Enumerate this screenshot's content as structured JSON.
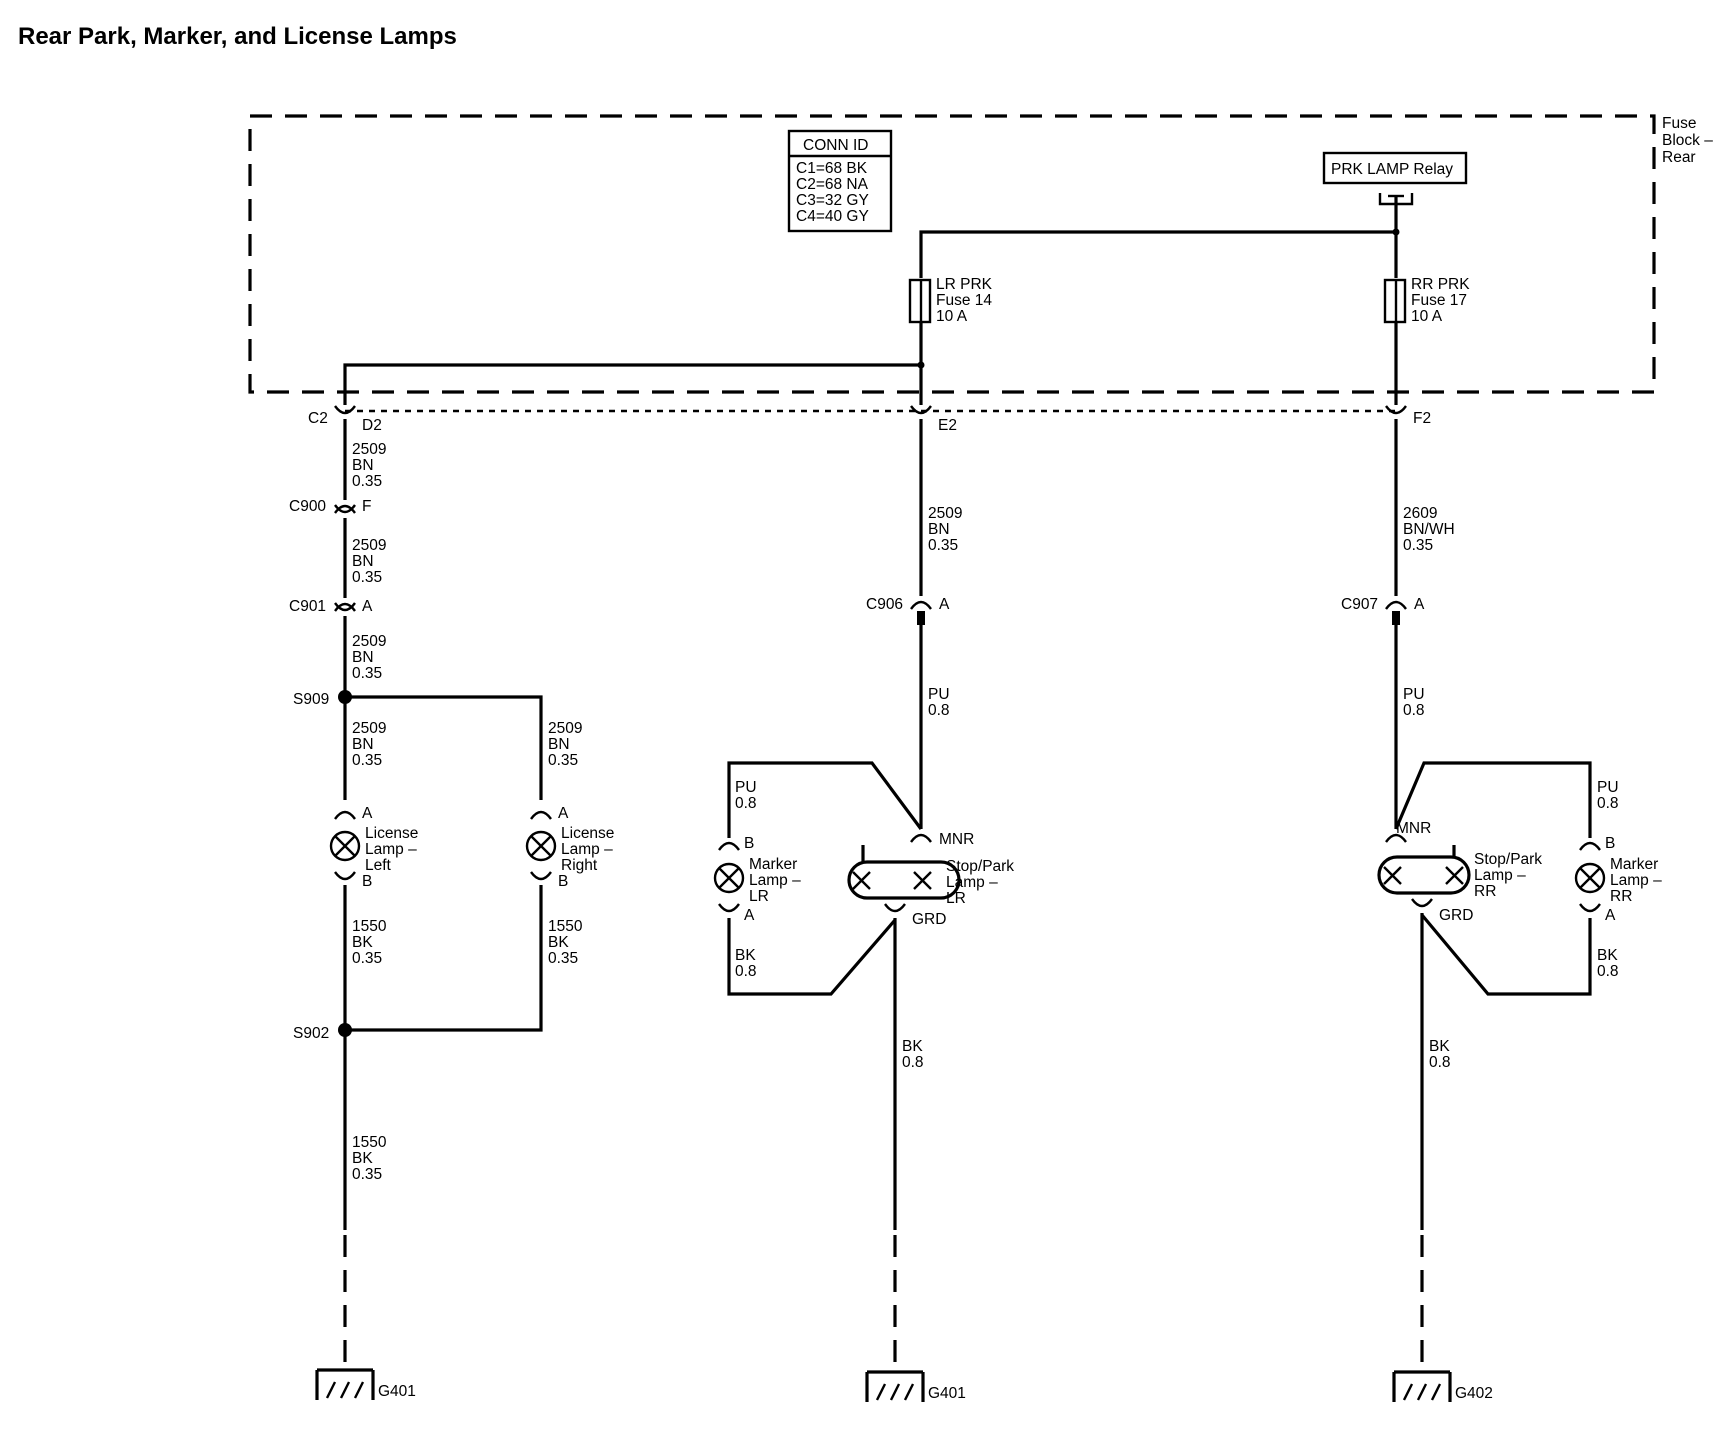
{
  "title": "Rear Park, Marker, and License Lamps",
  "fuse_block": {
    "l1": "Fuse",
    "l2": "Block –",
    "l3": "Rear"
  },
  "conn_id": {
    "header": "CONN ID",
    "rows": [
      "C1=68 BK",
      "C2=68 NA",
      "C3=32 GY",
      "C4=40 GY"
    ]
  },
  "relay": {
    "label": "PRK LAMP Relay"
  },
  "fuses": [
    {
      "l1": "LR PRK",
      "l2": "Fuse 14",
      "l3": "10 A"
    },
    {
      "l1": "RR PRK",
      "l2": "Fuse 17",
      "l3": "10 A"
    }
  ],
  "connectors": {
    "c2": "C2",
    "d2": "D2",
    "e2": "E2",
    "f2": "F2",
    "c900": "C900",
    "c900_pin": "F",
    "c901": "C901",
    "c901_pin": "A",
    "c906": "C906",
    "c906_pin": "A",
    "c907": "C907",
    "c907_pin": "A"
  },
  "splices": {
    "s909": "S909",
    "s902": "S902"
  },
  "wires": {
    "w1": [
      "2509",
      "BN",
      "0.35"
    ],
    "w2": [
      "2509",
      "BN",
      "0.35"
    ],
    "w3": [
      "2509",
      "BN",
      "0.35"
    ],
    "w4": [
      "2509",
      "BN",
      "0.35"
    ],
    "w5": [
      "2509",
      "BN",
      "0.35"
    ],
    "w6": [
      "1550",
      "BK",
      "0.35"
    ],
    "w7": [
      "1550",
      "BK",
      "0.35"
    ],
    "w8": [
      "1550",
      "BK",
      "0.35"
    ],
    "w9": [
      "2509",
      "BN",
      "0.35"
    ],
    "w10": [
      "2609",
      "BN/WH",
      "0.35"
    ],
    "w11": [
      "PU",
      "0.8"
    ],
    "w12": [
      "PU",
      "0.8"
    ],
    "w13": [
      "PU",
      "0.8"
    ],
    "w14": [
      "PU",
      "0.8"
    ],
    "w15": [
      "BK",
      "0.8"
    ],
    "w16": [
      "BK",
      "0.8"
    ],
    "w17": [
      "BK",
      "0.8"
    ],
    "w18": [
      "BK",
      "0.8"
    ]
  },
  "lamps": {
    "license_left": {
      "l1": "License",
      "l2": "Lamp –",
      "l3": "Left",
      "pin_a": "A",
      "pin_b": "B"
    },
    "license_right": {
      "l1": "License",
      "l2": "Lamp –",
      "l3": "Right",
      "pin_a": "A",
      "pin_b": "B"
    },
    "marker_lr": {
      "l1": "Marker",
      "l2": "Lamp –",
      "l3": "LR",
      "pin_a": "A",
      "pin_b": "B"
    },
    "stop_park_lr": {
      "l1": "Stop/Park",
      "l2": "Lamp –",
      "l3": "LR",
      "mnr": "MNR",
      "grd": "GRD"
    },
    "stop_park_rr": {
      "l1": "Stop/Park",
      "l2": "Lamp –",
      "l3": "RR",
      "mnr": "MNR",
      "grd": "GRD"
    },
    "marker_rr": {
      "l1": "Marker",
      "l2": "Lamp –",
      "l3": "RR",
      "pin_a": "A",
      "pin_b": "B"
    }
  },
  "grounds": {
    "g_left": "G401",
    "g_mid": "G401",
    "g_right": "G402"
  }
}
